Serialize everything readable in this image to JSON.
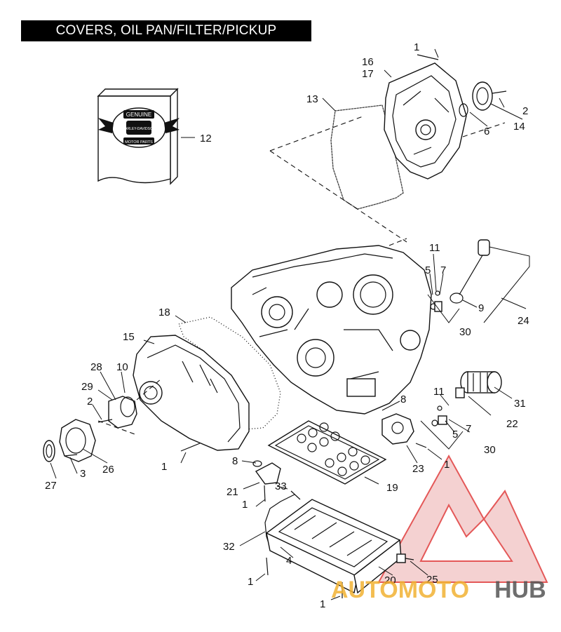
{
  "title": "COVERS, OIL PAN/FILTER/PICKUP",
  "watermark": {
    "part1": "AUTOMOTO",
    "part2": "HUB",
    "color_red": "#e03b3b",
    "color_dark": "#555555",
    "color_gold": "#f2b233"
  },
  "logo": {
    "line1": "GENUINE",
    "line2": "HARLEY-DAVIDSON",
    "line3": "MOTOR PARTS"
  },
  "callouts": {
    "c1a": "1",
    "c2a": "2",
    "c6": "6",
    "c14": "14",
    "c16": "16",
    "c17": "17",
    "c13": "13",
    "c12": "12",
    "c11a": "11",
    "c5a": "5",
    "c7a": "7",
    "c9": "9",
    "c30a": "30",
    "c24": "24",
    "c18": "18",
    "c15": "15",
    "c28": "28",
    "c10": "10",
    "c29": "29",
    "c2b": "2",
    "c1b": "1",
    "c3": "3",
    "c26": "26",
    "c27": "27",
    "c8a": "8",
    "c11b": "11",
    "c31": "31",
    "c22": "22",
    "c5b": "5",
    "c7b": "7",
    "c30b": "30",
    "c1c": "1",
    "c23": "23",
    "c8b": "8",
    "c21": "21",
    "c33": "33",
    "c1d": "1",
    "c19": "19",
    "c32": "32",
    "c4": "4",
    "c1e": "1",
    "c20": "20",
    "c25": "25",
    "c1f": "1"
  }
}
